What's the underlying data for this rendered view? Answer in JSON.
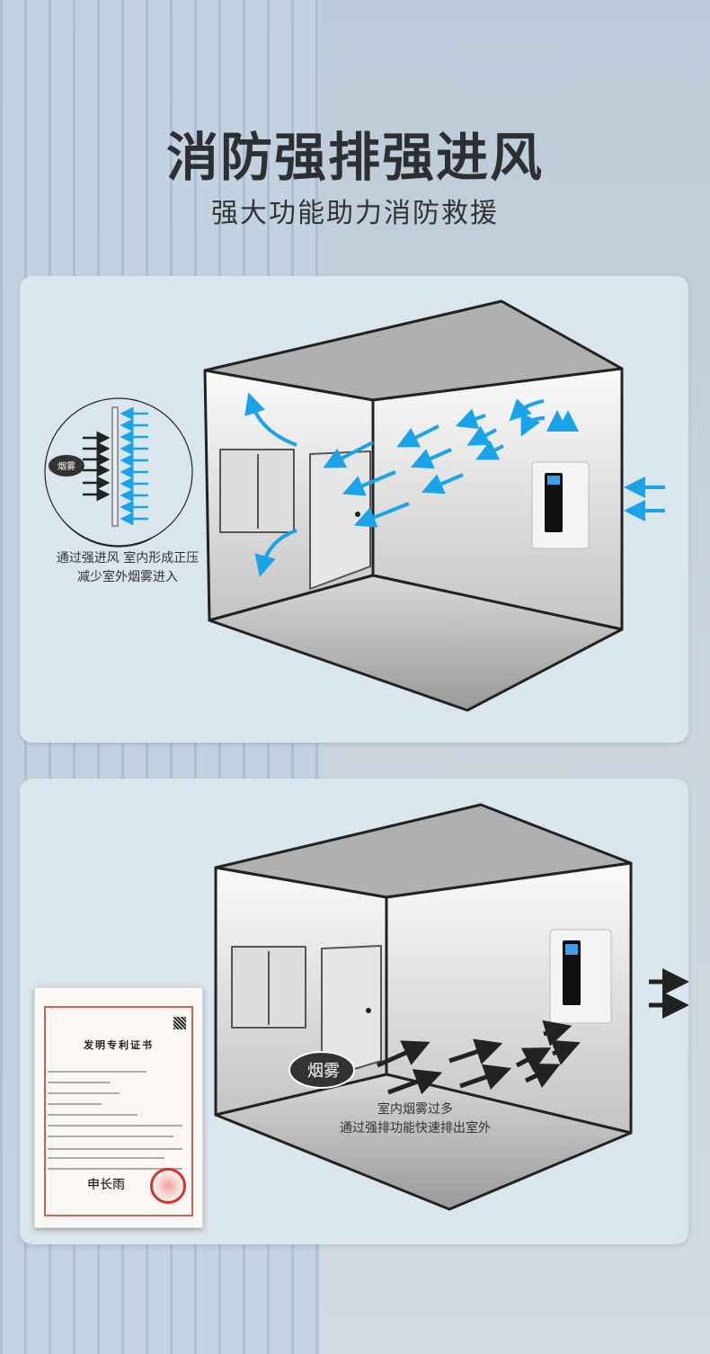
{
  "header": {
    "title": "消防强排强进风",
    "subtitle": "强大功能助力消防救援"
  },
  "panel1": {
    "smoke_label": "烟雾",
    "caption_line1": "通过强进风 室内形成正压",
    "caption_line2": "减少室外烟雾进入"
  },
  "panel2": {
    "smoke_label": "烟雾",
    "caption_line1": "室内烟雾过多",
    "caption_line2": "通过强排功能快速排出室外",
    "certificate": {
      "title": "发明专利证书",
      "signature": "申长雨"
    }
  },
  "colors": {
    "airflow_blue": "#1aa3e8",
    "smoke_black": "#222222",
    "card_bg": "#dae6ee"
  }
}
